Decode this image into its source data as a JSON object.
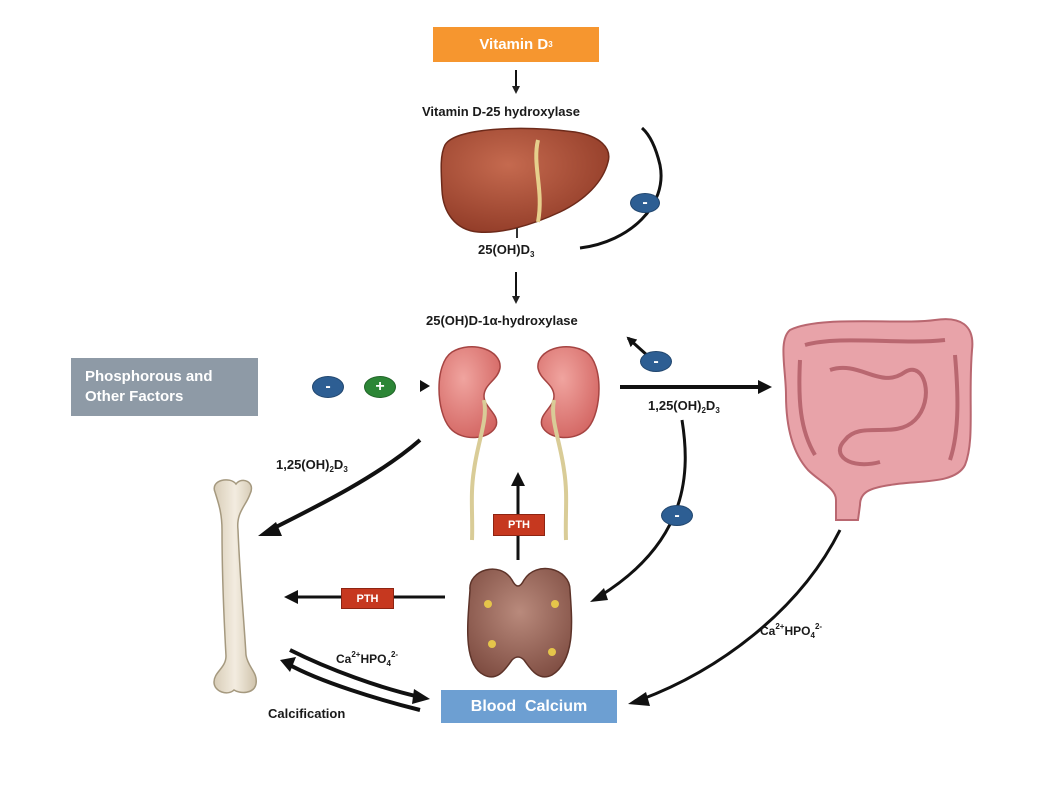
{
  "vitamin_d3": {
    "text": "Vitamin D",
    "sub": "3"
  },
  "labels": {
    "vd25": "Vitamin D-25 hydroxylase",
    "oh25_main": "25(OH)D",
    "oh25_sub": "3",
    "hydroxylase1a": "25(OH)D-1α-hydroxylase",
    "calcitriol_right_a": "1,25(OH)",
    "calcitriol_right_b": "2",
    "calcitriol_right_c": "D",
    "calcitriol_right_d": "3",
    "calcitriol_left_a": "1,25(OH)",
    "calcitriol_left_b": "2",
    "calcitriol_left_c": "D",
    "calcitriol_left_d": "3",
    "cahpo_left_a": "Ca",
    "cahpo_left_b": "2+",
    "cahpo_left_c": "HPO",
    "cahpo_left_d": "4",
    "cahpo_left_e": "2-",
    "cahpo_right_a": "Ca",
    "cahpo_right_b": "2+",
    "cahpo_right_c": "HPO",
    "cahpo_right_d": "4",
    "cahpo_right_e": "2-",
    "calcification": "Calcification"
  },
  "phosphorous": {
    "line1": "Phosphorous and",
    "line2": "Other Factors"
  },
  "blood_calcium": "Blood  Calcium",
  "pth_up": "PTH",
  "pth_left": "PTH",
  "signs": {
    "minus": "-",
    "plus": "+"
  },
  "colors": {
    "vitamin_box": "#f6962f",
    "phosphorous_box": "#8e9aa6",
    "blood_box": "#6d9fd2",
    "pth_box": "#c6381f",
    "minus_pill": "#2d5e93",
    "plus_pill": "#2c8636"
  }
}
